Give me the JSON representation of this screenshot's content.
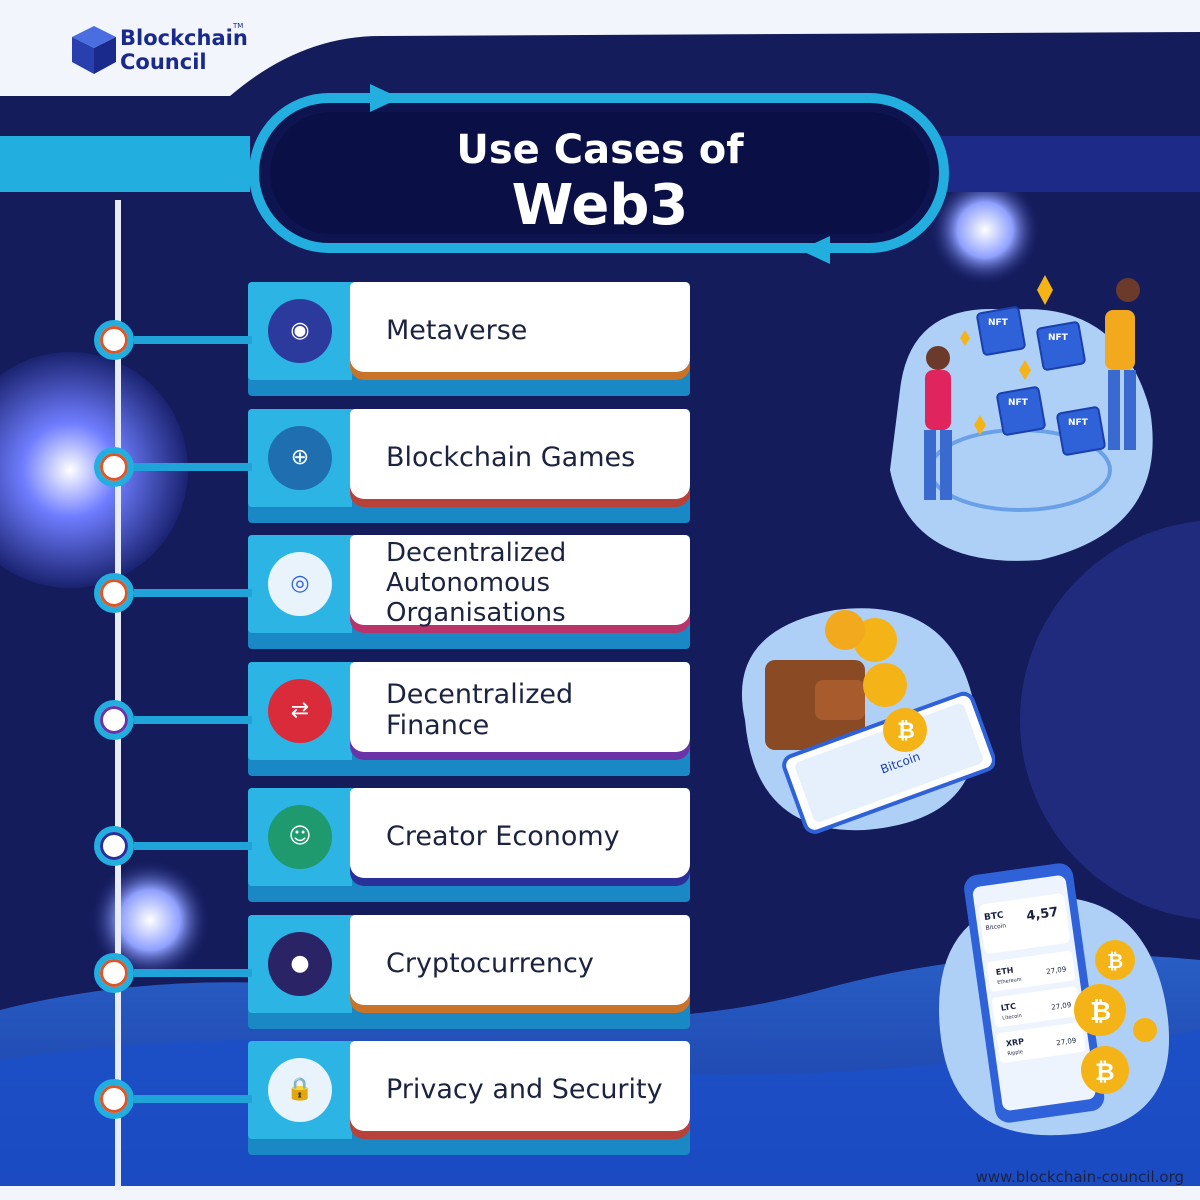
{
  "brand": {
    "line1": "Blockchain",
    "line2": "Council",
    "trademark": "TM"
  },
  "title": {
    "line1": "Use Cases of",
    "line2": "Web3"
  },
  "items": [
    {
      "label": "Metaverse",
      "icon": "vr-headset-icon",
      "icon_bg": "#2b3a9c",
      "accent": "#c9722a",
      "node_ring": "#d9572b"
    },
    {
      "label": "Blockchain Games",
      "icon": "gamepad-icon",
      "icon_bg": "#1f6fb0",
      "accent": "#b8423a",
      "node_ring": "#d9572b"
    },
    {
      "label": "Decentralized Autonomous Organisations",
      "icon": "defi-globe-icon",
      "icon_bg": "#e8f3fb",
      "accent": "#b8346a",
      "node_ring": "#d9572b"
    },
    {
      "label": "Decentralized Finance",
      "icon": "coin-exchange-icon",
      "icon_bg": "#d92b3a",
      "accent": "#6a34a8",
      "node_ring": "#6a34a8"
    },
    {
      "label": "Creator Economy",
      "icon": "creator-icon",
      "icon_bg": "#1e9a6e",
      "accent": "#2a2f9a",
      "node_ring": "#2a2f9a"
    },
    {
      "label": "Cryptocurrency",
      "icon": "crypto-coins-icon",
      "icon_bg": "#2a2366",
      "accent": "#c9722a",
      "node_ring": "#d9572b"
    },
    {
      "label": "Privacy and Security",
      "icon": "lock-document-icon",
      "icon_bg": "#e8f3fb",
      "accent": "#b8423a",
      "node_ring": "#d9572b"
    }
  ],
  "illustrations": {
    "nft_labels": [
      "NFT",
      "NFT",
      "NFT",
      "NFT"
    ],
    "wallet_app_title": "Bitcoin",
    "phone": {
      "btc": {
        "symbol": "BTC",
        "name": "Bitcoin",
        "value": "4,57"
      },
      "rows": [
        {
          "symbol": "ETH",
          "name": "Ethereum",
          "value": "27,09"
        },
        {
          "symbol": "LTC",
          "name": "Litecoin",
          "value": "27,09"
        },
        {
          "symbol": "XRP",
          "name": "Ripple",
          "value": "27,09"
        }
      ]
    }
  },
  "footer": {
    "url": "www.blockchain-council.org"
  },
  "colors": {
    "navy": "#141c5c",
    "cyan": "#23aee0",
    "text": "#1c2340"
  }
}
